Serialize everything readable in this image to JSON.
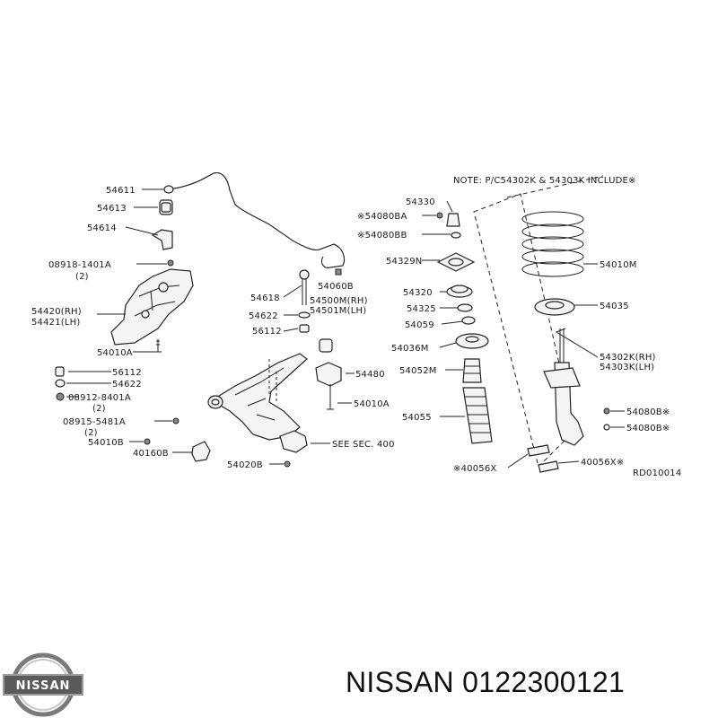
{
  "note": "NOTE: P/C54302K & 54303K INCLUDE※",
  "diagram_code": "RD010014",
  "logo_text": "NISSAN",
  "brand": "NISSAN",
  "part_number": "0122300121",
  "labels": {
    "l54611": "54611",
    "l54613": "54613",
    "l54614": "54614",
    "l08918": "08918-1401A",
    "l08918q": "(2)",
    "l54420": "54420(RH)",
    "l54421": "54421(LH)",
    "l54010a1": "54010A",
    "l56112a": "56112",
    "l54622a": "54622",
    "l08912": "08912-8401A",
    "l08912q": "(2)",
    "l08915": "08915-5481A",
    "l08915q": "(2)",
    "l54010b": "54010B",
    "l40160b": "40160B",
    "l54020b": "54020B",
    "l54060b": "54060B",
    "l54618": "54618",
    "l54500m": "54500M(RH)",
    "l54501m": "54501M(LH)",
    "l54622b": "54622",
    "l56112b": "56112",
    "l54480": "54480",
    "l54010a2": "54010A",
    "lsee": "SEE SEC. 400",
    "l54330": "54330",
    "l54080ba": "※54080BA",
    "l54080bb": "※54080BB",
    "l54329n": "54329N",
    "l54320": "54320",
    "l54325": "54325",
    "l54059": "54059",
    "l54036m": "54036M",
    "l54052m": "54052M",
    "l54055": "54055",
    "l40056x1": "※40056X",
    "l54010m": "54010M",
    "l54035": "54035",
    "l54302k": "54302K(RH)",
    "l54303k": "54303K(LH)",
    "l54080b1": "54080B※",
    "l54080b2": "54080B※",
    "l40056x2": "40056X※"
  }
}
